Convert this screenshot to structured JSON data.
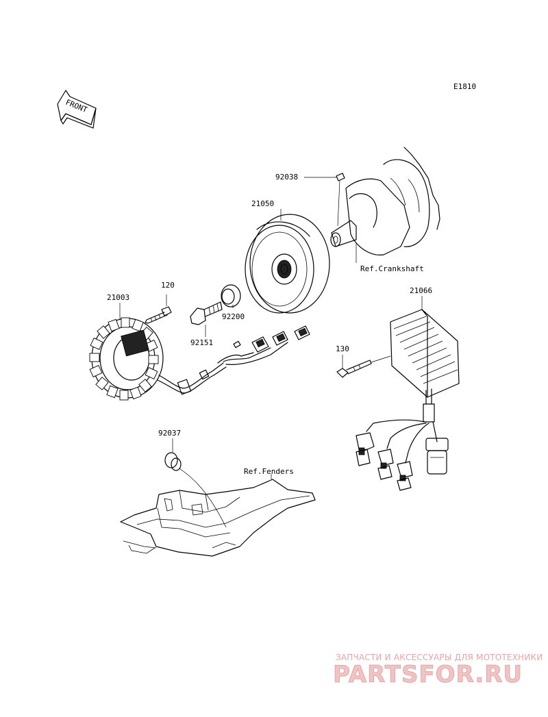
{
  "diagram_code": "E1810",
  "front_label": "FRONT",
  "refs": {
    "crankshaft": "Ref.Crankshaft",
    "fenders": "Ref.Fenders"
  },
  "parts": {
    "p92038": "92038",
    "p21050": "21050",
    "p120": "120",
    "p21003": "21003",
    "p92200": "92200",
    "p92151": "92151",
    "p21066": "21066",
    "p130": "130",
    "p92037": "92037"
  },
  "watermark": {
    "tagline": "ЗАПЧАСТИ И АКСЕССУАРЫ ДЛЯ МОТОТЕХНИКИ",
    "brand": "PARTSFOR.RU",
    "color": "#e29a9a"
  }
}
